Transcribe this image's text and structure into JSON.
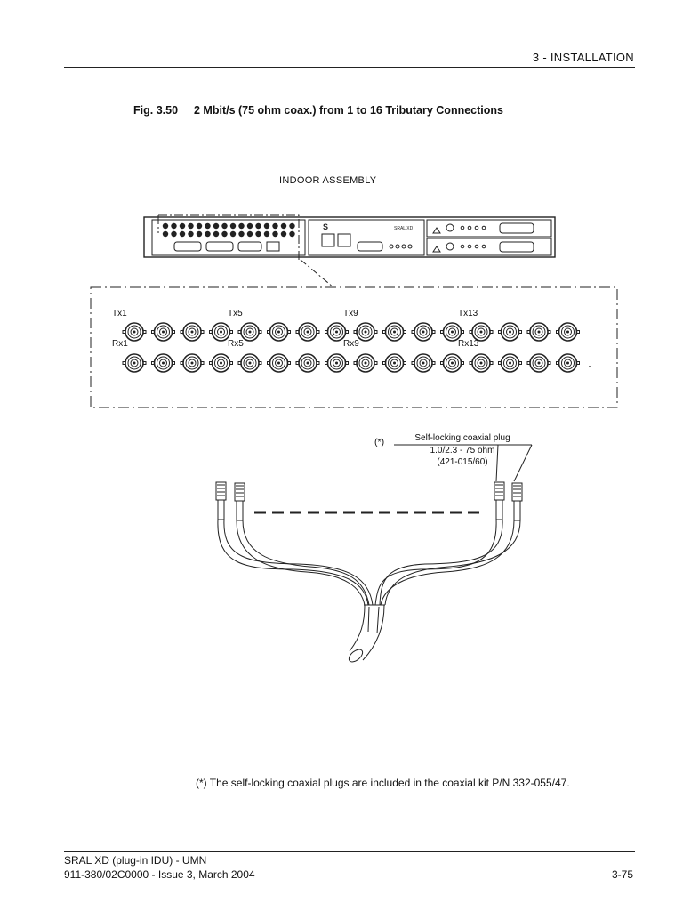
{
  "header": {
    "section_title": "3 - INSTALLATION"
  },
  "figure": {
    "number": "Fig. 3.50",
    "title": "2 Mbit/s (75 ohm coax.) from 1 to 16 Tributary Connections",
    "assembly_label": "INDOOR ASSEMBLY",
    "rack_labels": {
      "module_letter": "S",
      "module_name": "SRAL XD"
    },
    "tx_labels": [
      "Tx1",
      "Tx5",
      "Tx9",
      "Tx13"
    ],
    "rx_labels": [
      "Rx1",
      "Rx5",
      "Rx9",
      "Rx13"
    ],
    "connector_count_per_row": 16
  },
  "plug_note": {
    "marker": "(*)",
    "line1": "Self-locking coaxial plug",
    "line2": "1.0/2.3 - 75 ohm",
    "line3": "(421-015/60)"
  },
  "footnote": "(*) The self-locking coaxial plugs are included in the coaxial kit P/N 332-055/47.",
  "footer": {
    "doc_title": "SRAL XD (plug-in IDU) - UMN",
    "doc_ref": "911-380/02C0000 - Issue 3, March 2004",
    "page": "3-75"
  }
}
